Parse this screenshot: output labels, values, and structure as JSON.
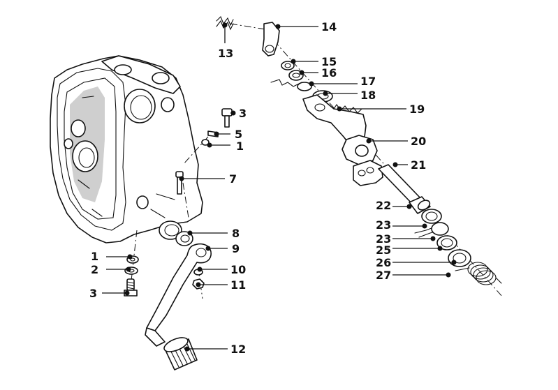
{
  "callouts": [
    {
      "id": "c14",
      "label": "14"
    },
    {
      "id": "c13",
      "label": "13"
    },
    {
      "id": "c15",
      "label": "15"
    },
    {
      "id": "c16",
      "label": "16"
    },
    {
      "id": "c17",
      "label": "17"
    },
    {
      "id": "c18",
      "label": "18"
    },
    {
      "id": "c19",
      "label": "19"
    },
    {
      "id": "c3a",
      "label": "3"
    },
    {
      "id": "c5",
      "label": "5"
    },
    {
      "id": "c1a",
      "label": "1"
    },
    {
      "id": "c20",
      "label": "20"
    },
    {
      "id": "c21",
      "label": "21"
    },
    {
      "id": "c7",
      "label": "7"
    },
    {
      "id": "c22",
      "label": "22"
    },
    {
      "id": "c23a",
      "label": "23"
    },
    {
      "id": "c8",
      "label": "8"
    },
    {
      "id": "c23b",
      "label": "23"
    },
    {
      "id": "c9",
      "label": "9"
    },
    {
      "id": "c25",
      "label": "25"
    },
    {
      "id": "c1b",
      "label": "1"
    },
    {
      "id": "c26",
      "label": "26"
    },
    {
      "id": "c10",
      "label": "10"
    },
    {
      "id": "c2",
      "label": "2"
    },
    {
      "id": "c27",
      "label": "27"
    },
    {
      "id": "c11",
      "label": "11"
    },
    {
      "id": "c3b",
      "label": "3"
    },
    {
      "id": "c12",
      "label": "12"
    }
  ]
}
